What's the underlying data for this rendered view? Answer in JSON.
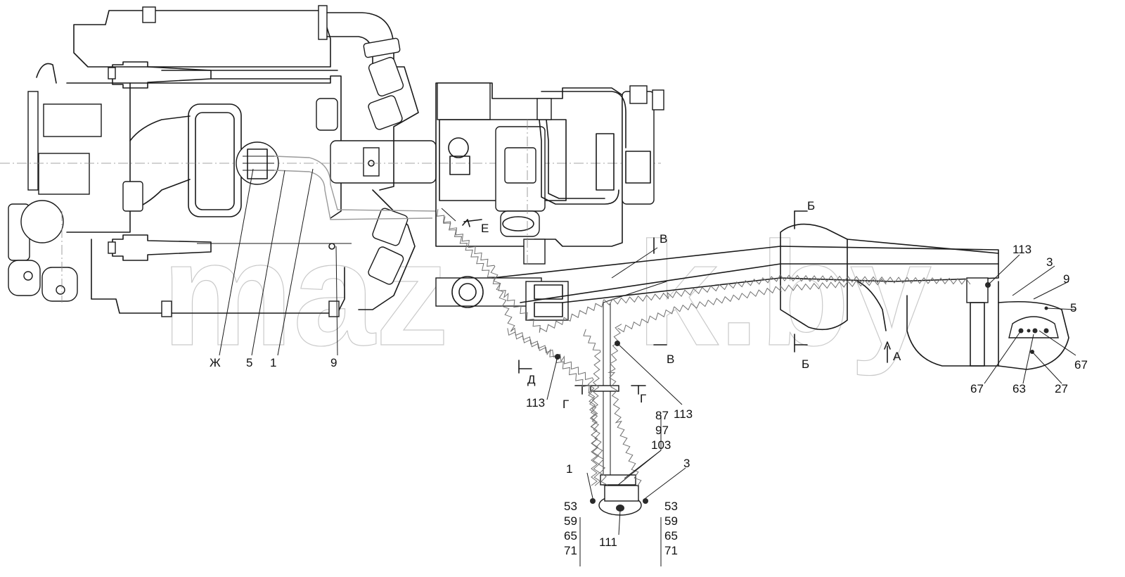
{
  "watermark": {
    "left": "maz",
    "right": "k.by"
  },
  "corner_mark": "",
  "labels": {
    "zh": "Ж",
    "l5a": "5",
    "l1a": "1",
    "l9a": "9",
    "e": "Е",
    "v1": "В",
    "v2": "В",
    "b1": "Б",
    "b2": "Б",
    "a": "А",
    "d": "Д",
    "g1": "Г",
    "g2": "Г",
    "n113a": "113",
    "n113b": "113",
    "n113c": "113",
    "n3a": "3",
    "n9b": "9",
    "n5b": "5",
    "n67a": "67",
    "n67b": "67",
    "n63": "63",
    "n27": "27",
    "n87": "87",
    "n97": "97",
    "n103": "103",
    "n1b": "1",
    "n3b": "3",
    "n53a": "53",
    "n59a": "59",
    "n65a": "65",
    "n71a": "71",
    "n53b": "53",
    "n59b": "59",
    "n65b": "65",
    "n71b": "71",
    "n111": "111"
  }
}
